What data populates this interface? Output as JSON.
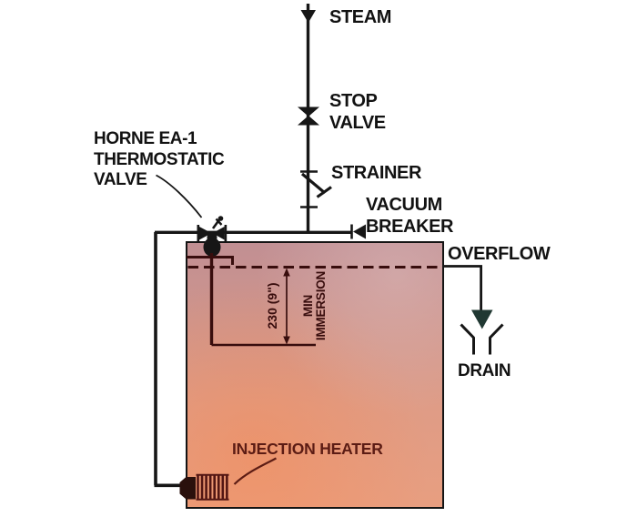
{
  "title": "Steam injection heater installation diagram",
  "labels": {
    "steam": "STEAM",
    "stop_valve": "STOP\nVALVE",
    "strainer": "STRAINER",
    "vacuum_breaker": "VACUUM\nBREAKER",
    "overflow": "OVERFLOW",
    "drain": "DRAIN",
    "thermostatic_valve": "HORNE EA-1\nTHERMOSTATIC\nVALVE",
    "injection_heater": "INJECTION HEATER",
    "immersion_depth": "230 (9\")",
    "min_immersion": "MIN\nIMMERSION"
  },
  "colors": {
    "background": "#ffffff",
    "line": "#161616",
    "tank_border": "#141414",
    "tank_top": "#c18f93",
    "tank_mid": "#df9c86",
    "tank_bottom": "#e89e80",
    "dark_red": "#380d0d",
    "heater_stripe": "#521613",
    "heater_text": "#5c1c14",
    "drain_arrow": "#203832"
  }
}
